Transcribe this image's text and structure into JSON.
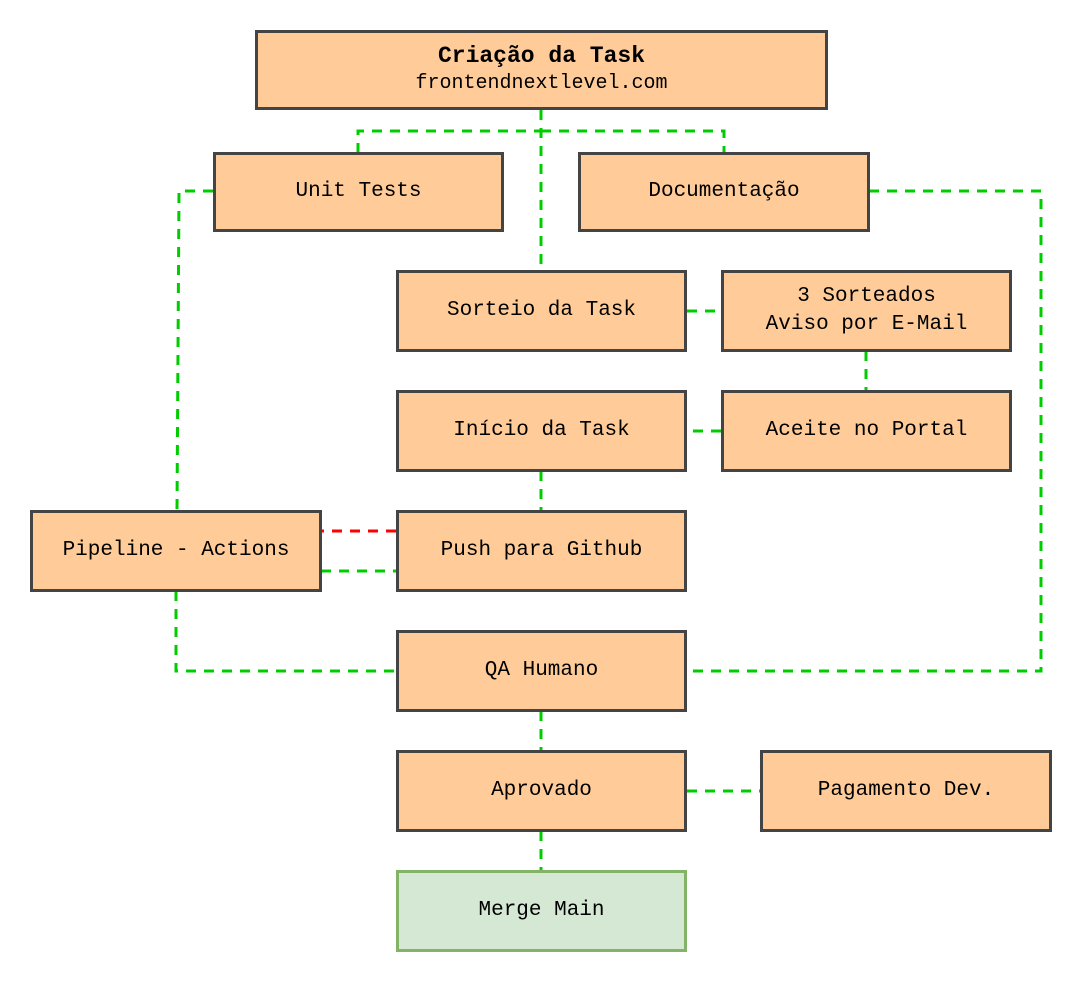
{
  "colors": {
    "node_fill": "#ffcc99",
    "node_border": "#444444",
    "final_fill": "#d5e8d4",
    "final_border": "#82b366",
    "edge_green": "#00cc00",
    "edge_red": "#ff0000"
  },
  "nodes": {
    "criacao": {
      "title": "Criação da Task",
      "subtitle": "frontendnextlevel.com"
    },
    "unit_tests": {
      "label": "Unit Tests"
    },
    "documentacao": {
      "label": "Documentação"
    },
    "sorteio": {
      "label": "Sorteio da Task"
    },
    "sorteados": {
      "line1": "3 Sorteados",
      "line2": "Aviso por E-Mail"
    },
    "inicio": {
      "label": "Início da Task"
    },
    "aceite": {
      "label": "Aceite no Portal"
    },
    "pipeline": {
      "label": "Pipeline - Actions"
    },
    "push": {
      "label": "Push para Github"
    },
    "qa": {
      "label": "QA Humano"
    },
    "aprovado": {
      "label": "Aprovado"
    },
    "pagamento": {
      "label": "Pagamento Dev."
    },
    "merge": {
      "label": "Merge Main"
    }
  },
  "edges": [
    {
      "from": "criacao",
      "to": "unit_tests",
      "color": "green"
    },
    {
      "from": "criacao",
      "to": "documentacao",
      "color": "green"
    },
    {
      "from": "criacao",
      "to": "sorteio",
      "color": "green"
    },
    {
      "from": "sorteio",
      "to": "sorteados",
      "color": "green"
    },
    {
      "from": "sorteados",
      "to": "aceite",
      "color": "green"
    },
    {
      "from": "aceite",
      "to": "inicio",
      "color": "green"
    },
    {
      "from": "inicio",
      "to": "push",
      "color": "green"
    },
    {
      "from": "push",
      "to": "pipeline",
      "color": "red"
    },
    {
      "from": "pipeline",
      "to": "push",
      "color": "green"
    },
    {
      "from": "unit_tests",
      "to": "pipeline",
      "color": "green"
    },
    {
      "from": "pipeline",
      "to": "qa",
      "color": "green"
    },
    {
      "from": "documentacao",
      "to": "qa",
      "color": "green"
    },
    {
      "from": "qa",
      "to": "aprovado",
      "color": "green"
    },
    {
      "from": "aprovado",
      "to": "pagamento",
      "color": "green"
    },
    {
      "from": "aprovado",
      "to": "merge",
      "color": "green"
    }
  ]
}
